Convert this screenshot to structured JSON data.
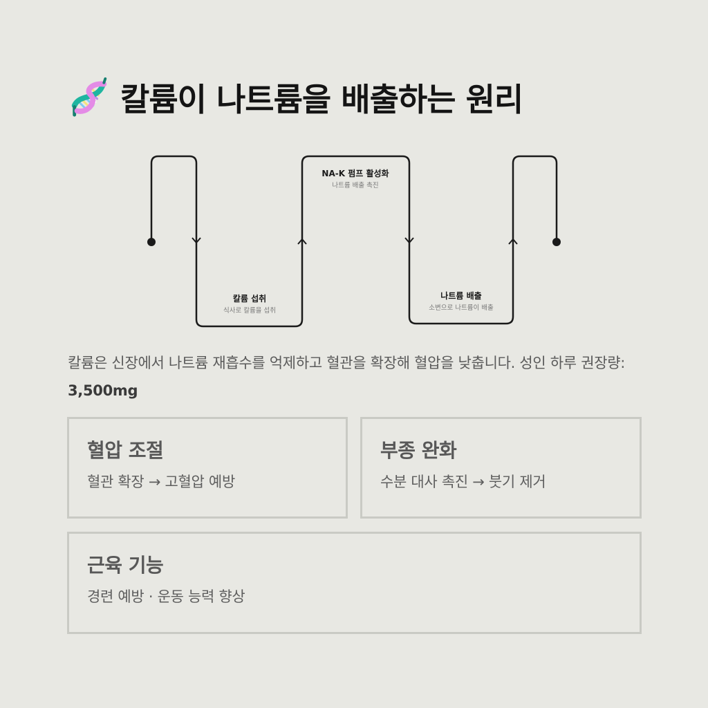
{
  "header": {
    "icon": "dna-icon",
    "title": "칼륨이 나트륨을 배출하는 원리"
  },
  "diagram": {
    "line_color": "#1a1a1a",
    "steps": [
      {
        "title": "칼륨 섭취",
        "desc": "식사로 칼륨을 섭취"
      },
      {
        "title": "NA-K 펌프 활성화",
        "desc": "나트륨 배출 촉진"
      },
      {
        "title": "나트륨 배출",
        "desc": "소변으로 나트륨이 배출"
      }
    ]
  },
  "description": {
    "text": "칼륨은 신장에서 나트륨 재흡수를 억제하고 혈관을 확장해 혈압을 낮춥니다. 성인 하루 권장량: ",
    "highlight": "3,500mg"
  },
  "cards": [
    {
      "title": "혈압 조절",
      "desc": "혈관 확장 → 고혈압 예방"
    },
    {
      "title": "부종 완화",
      "desc": "수분 대사 촉진 → 붓기 제거"
    },
    {
      "title": "근육 기능",
      "desc": "경련 예방 · 운동 능력 향상"
    }
  ],
  "colors": {
    "background": "#e8e8e3",
    "card_border": "#c9cac4",
    "title_text": "#141414",
    "body_text": "#5a5a5a",
    "dna_pink": "#e48be6",
    "dna_teal": "#1fb5a0"
  }
}
